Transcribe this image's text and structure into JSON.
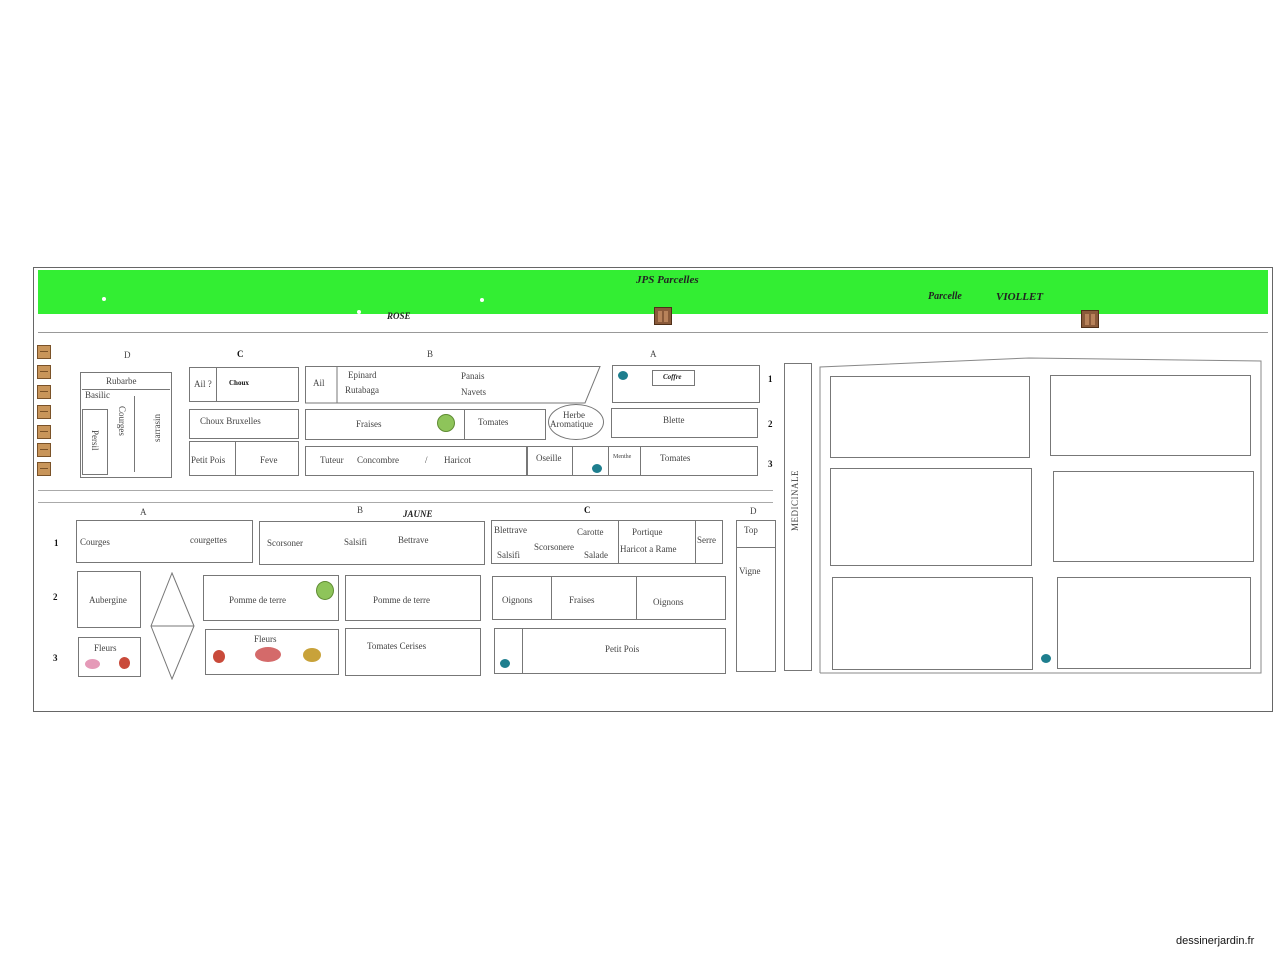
{
  "band": {
    "title": "JPS Parcelles",
    "parcelle": "Parcelle",
    "violet": "VIOLLET",
    "rose": "ROSE"
  },
  "top": {
    "col_d": "D",
    "col_c": "C",
    "col_b": "B",
    "col_a": "A",
    "row1": "1",
    "row2": "2",
    "row3": "3",
    "d": {
      "rubarbe": "Rubarbe",
      "basilic": "Basilic",
      "persil": "Persil",
      "courges": "Courges",
      "sarrasin": "sarrasin"
    },
    "c": {
      "ail": "Ail ?",
      "choux": "Choux",
      "choux_bruxelles": "Choux Bruxelles",
      "petit_pois": "Petit Pois",
      "feve": "Feve"
    },
    "b": {
      "ail": "Ail",
      "epinard": "Epinard",
      "rutabaga": "Rutabaga",
      "panais": "Panais",
      "navets": "Navets",
      "fraises": "Fraises",
      "tomates": "Tomates",
      "herbe": "Herbe",
      "aromatique": "Aromatique",
      "tuteur": "Tuteur",
      "concombre": "Concombre",
      "slash": "/",
      "haricot": "Haricot"
    },
    "a": {
      "coffre": "Coffre",
      "blette": "Blette",
      "oseille": "Oseille",
      "menthe": "Menthe",
      "tomates": "Tomates"
    }
  },
  "bottom": {
    "jaune": "JAUNE",
    "col_a": "A",
    "col_b": "B",
    "col_c": "C",
    "col_d": "D",
    "row1": "1",
    "row2": "2",
    "row3": "3",
    "a": {
      "courges": "Courges",
      "courgettes": "courgettes",
      "aubergine": "Aubergine",
      "fleurs": "Fleurs"
    },
    "b": {
      "scorsoner": "Scorsoner",
      "salsifi": "Salsifi",
      "bettrave": "Bettrave",
      "pomme_terre_1": "Pomme de terre",
      "pomme_terre_2": "Pomme de terre",
      "fleurs": "Fleurs",
      "tomates_cerises": "Tomates Cerises"
    },
    "c": {
      "blettrave": "Blettrave",
      "carotte": "Carotte",
      "salsifi": "Salsifi",
      "scorsonere": "Scorsonere",
      "salade": "Salade",
      "portique": "Portique",
      "haricot_rame": "Haricot a Rame",
      "serre": "Serre",
      "oignons_1": "Oignons",
      "fraises": "Fraises",
      "oignons_2": "Oignons",
      "petit_pois": "Petit Pois"
    },
    "d": {
      "top": "Top",
      "vigne": "Vigne"
    }
  },
  "medicinale": "MEDICINALE",
  "watermark": "dessinerjardin.fr",
  "colors": {
    "band": "#33ee33",
    "dot": "#1e7e8e",
    "crate": "#c8955a",
    "shed": "#8a5a3a"
  }
}
